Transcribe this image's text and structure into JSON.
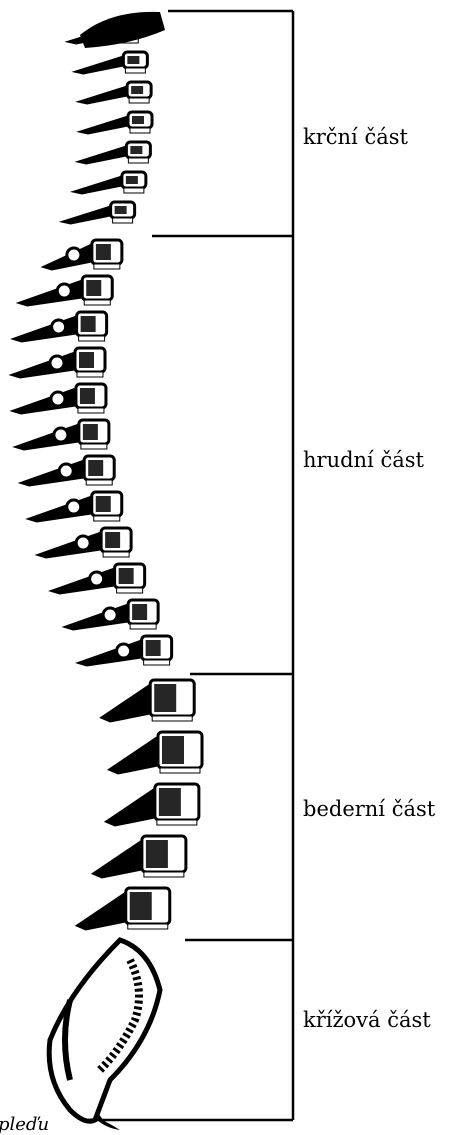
{
  "regions": {
    "cervical": "krční část",
    "thoracic": "hrudní část",
    "lumbar": "bederní část",
    "sacral": "křížová část"
  },
  "caption": "pleďu",
  "colors": {
    "ink": "#000000",
    "background": "#ffffff"
  }
}
